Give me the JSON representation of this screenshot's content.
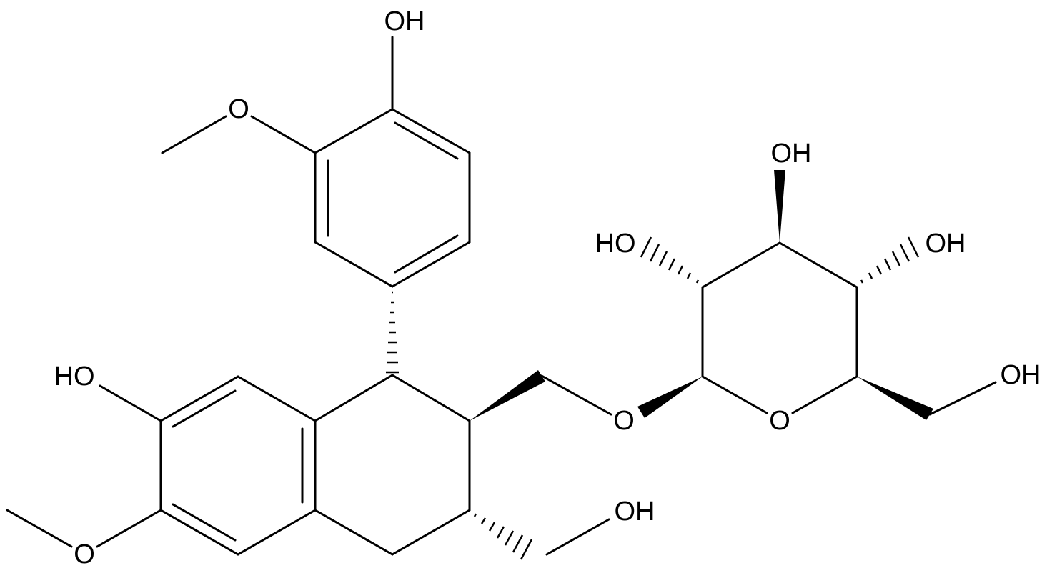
{
  "molecule": {
    "atom_labels": {
      "phenol_oh": "OH",
      "methoxy_o_top": "O",
      "naph_oh": "HO",
      "methoxy_o_bottom": "O",
      "ch2oh_oh": "OH",
      "glycosidic_o": "O",
      "ring_o": "O",
      "sugar_oh_c4": "OH",
      "sugar_oh_c3": "HO",
      "sugar_oh_c5": "OH",
      "sugar_ch2oh": "OH"
    }
  }
}
